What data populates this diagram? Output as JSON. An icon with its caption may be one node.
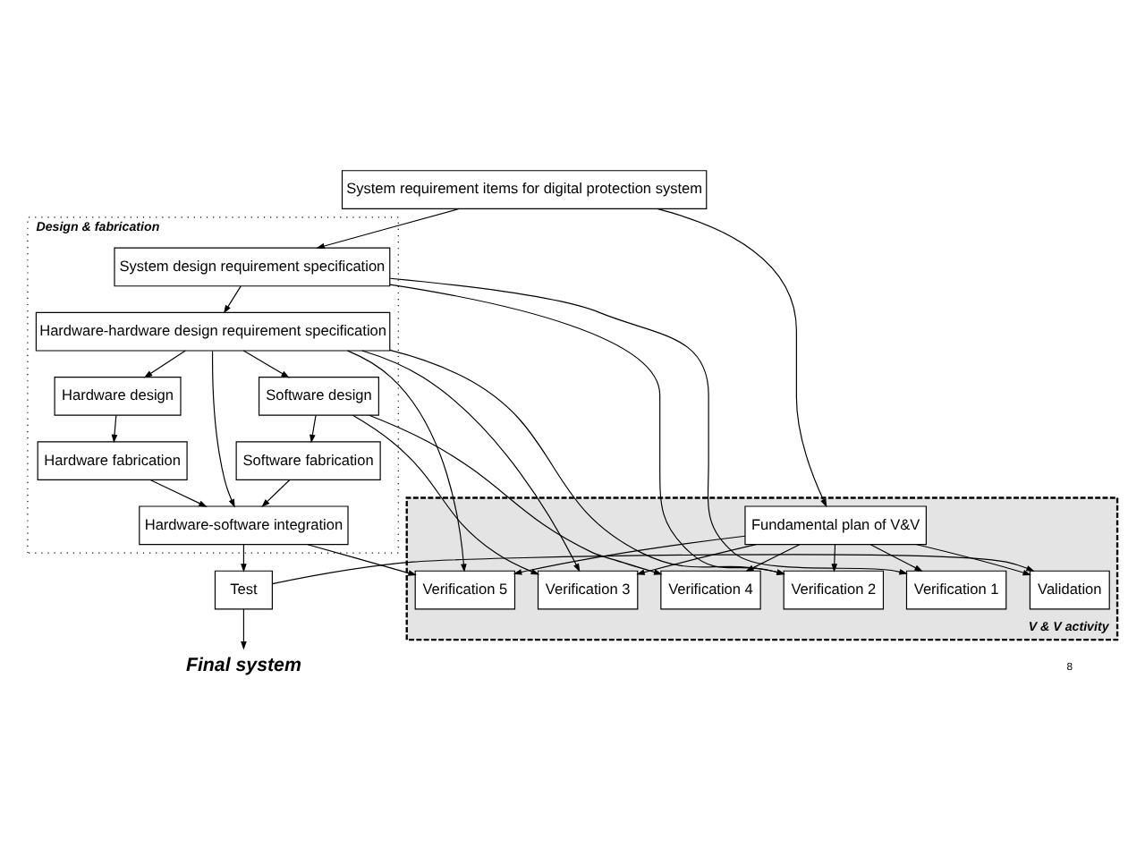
{
  "diagram": {
    "nodes": [
      {
        "text": [
          "System requirement items for digital protection system"
        ]
      },
      {
        "text": [
          "Design & fabrication"
        ]
      },
      {
        "text": [
          "System design requirement specification"
        ],
        "in": 1
      },
      {
        "text": [
          "Hardware-hardware design requirement specification"
        ],
        "in": 1
      },
      {
        "text": [
          "Hardware design"
        ],
        "in": 1
      },
      {
        "text": [
          "Software design"
        ],
        "in": 1
      },
      {
        "text": [
          "Hardware fabrication"
        ],
        "in": 1
      },
      {
        "text": [
          "Software fabrication"
        ],
        "in": 1
      },
      {
        "text": [
          "Hardware-software integration"
        ],
        "in": 1
      },
      {
        "text": [
          "V & V activity"
        ]
      },
      {
        "text": [
          "Fundamental plan of V&V"
        ],
        "in": 9
      },
      {
        "text": [
          "Verification 1"
        ],
        "in": 9
      },
      {
        "text": [
          "Verification 2"
        ],
        "in": 9
      },
      {
        "text": [
          "Verification 3"
        ],
        "in": 9
      },
      {
        "text": [
          "Verification 4"
        ],
        "in": 9
      },
      {
        "text": [
          "Verification 5"
        ],
        "in": 9
      },
      {
        "text": [
          "Validation"
        ],
        "in": 9
      },
      {
        "text": [
          "Test"
        ]
      },
      {
        "text": [
          "Final system"
        ]
      }
    ],
    "edges": [
      {
        "from": 0,
        "to": 2,
        "arrow": "to"
      },
      {
        "from": 0,
        "to": 10,
        "arrow": "to"
      },
      {
        "from": 2,
        "to": 3,
        "arrow": "to"
      },
      {
        "from": 2,
        "to": 11,
        "arrow": "to"
      },
      {
        "from": 2,
        "to": 12,
        "arrow": "to"
      },
      {
        "from": 3,
        "to": 4,
        "arrow": "to"
      },
      {
        "from": 3,
        "to": 5,
        "arrow": "to"
      },
      {
        "from": 3,
        "to": 12,
        "arrow": "to"
      },
      {
        "from": 3,
        "to": 13,
        "arrow": "to"
      },
      {
        "from": 3,
        "to": 8,
        "arrow": "to"
      },
      {
        "from": 3,
        "to": 15,
        "arrow": "to"
      },
      {
        "from": 4,
        "to": 6,
        "arrow": "to"
      },
      {
        "from": 5,
        "to": 7,
        "arrow": "to"
      },
      {
        "from": 5,
        "to": 13,
        "arrow": "to"
      },
      {
        "from": 5,
        "to": 14,
        "arrow": "to"
      },
      {
        "from": 6,
        "to": 8,
        "arrow": "to"
      },
      {
        "from": 7,
        "to": 8,
        "arrow": "to"
      },
      {
        "from": 8,
        "to": 17,
        "arrow": "to"
      },
      {
        "from": 8,
        "to": 15,
        "arrow": "to"
      },
      {
        "from": 10,
        "to": 11,
        "arrow": "to"
      },
      {
        "from": 10,
        "to": 12,
        "arrow": "to"
      },
      {
        "from": 10,
        "to": 13,
        "arrow": "to"
      },
      {
        "from": 10,
        "to": 14,
        "arrow": "to"
      },
      {
        "from": 10,
        "to": 15,
        "arrow": "to"
      },
      {
        "from": 10,
        "to": 16,
        "arrow": "to"
      },
      {
        "from": 17,
        "to": 16,
        "arrow": "to"
      },
      {
        "from": 17,
        "to": 18,
        "arrow": "to"
      }
    ],
    "labels": [
      "8"
    ]
  }
}
